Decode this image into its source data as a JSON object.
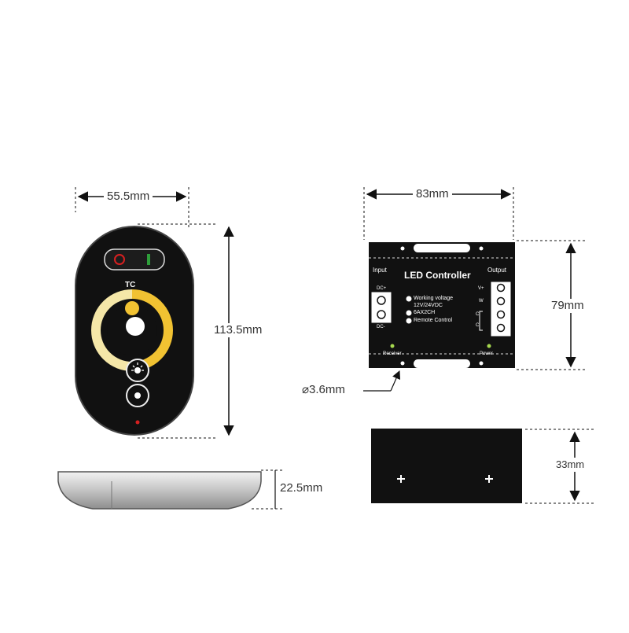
{
  "remote": {
    "width_label": "55.5mm",
    "height_label": "113.5mm",
    "depth_label": "22.5mm",
    "brand_label": "TC"
  },
  "controller": {
    "width_label": "83mm",
    "height_label": "79mm",
    "depth_label": "33mm",
    "hole_label": "⌀3.6mm",
    "title": "LED Controller",
    "input_label": "Input",
    "output_label": "Output",
    "dc_plus": "DC+",
    "dc_minus": "DC-",
    "spec_line1": "Working voltage",
    "spec_line2": "12V/24VDC",
    "spec_line3": "6AX2CH",
    "spec_line4": "Remote Control",
    "out_v": "V+",
    "out_w": "W",
    "out_c1": "C",
    "out_c2": "C",
    "receiver_label": "Receiver",
    "power_label": "Power"
  },
  "colors": {
    "device_body": "#111111",
    "warm_white": "#f5e7a8",
    "yellow_dot": "#f1c232",
    "red_accent": "#d62020",
    "green_accent": "#2e9e3a",
    "led_green": "#a6d84f"
  }
}
